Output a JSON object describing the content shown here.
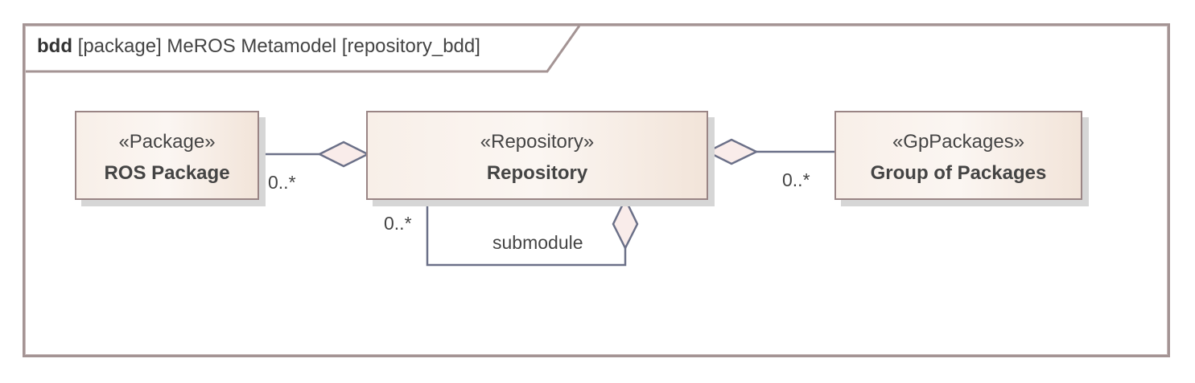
{
  "frame": {
    "keyword": "bdd",
    "title": "[package] MeROS Metamodel [repository_bdd]"
  },
  "blocks": {
    "ros_package": {
      "stereotype": "«Package»",
      "name": "ROS Package"
    },
    "repository": {
      "stereotype": "«Repository»",
      "name": "Repository"
    },
    "group_of_packages": {
      "stereotype": "«GpPackages»",
      "name": "Group of Packages"
    }
  },
  "associations": {
    "package_to_repository": {
      "multiplicity": "0..*",
      "kind": "aggregation"
    },
    "group_to_repository": {
      "multiplicity": "0..*",
      "kind": "aggregation"
    },
    "submodule": {
      "label": "submodule",
      "multiplicity": "0..*",
      "kind": "aggregation"
    }
  },
  "colors": {
    "frame_border": "#a49494",
    "block_border": "#9a8585",
    "block_fill": "#f8efe8",
    "connector": "#6b7088",
    "diamond_fill": "#f9ecea",
    "text": "#444444"
  }
}
